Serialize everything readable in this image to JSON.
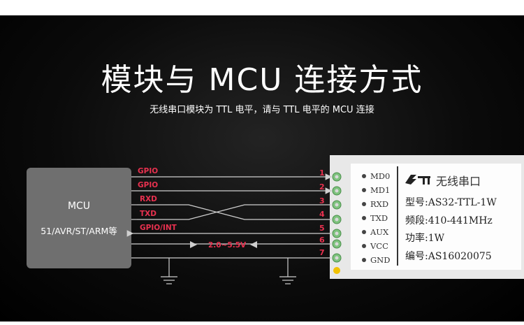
{
  "title": "模块与 MCU 连接方式",
  "subtitle": "无线串口模块为 TTL 电平，请与 TTL 电平的 MCU 连接",
  "mcu": {
    "name": "MCU",
    "sub": "51/AVR/ST/ARM等"
  },
  "wires": [
    {
      "label": "GPIO",
      "num": "1"
    },
    {
      "label": "GPIO",
      "num": "2"
    },
    {
      "label": "RXD",
      "num": "3"
    },
    {
      "label": "TXD",
      "num": "4"
    },
    {
      "label": "GPIO/INT",
      "num": "5"
    },
    {
      "label": "",
      "num": "6"
    },
    {
      "label": "",
      "num": "7"
    }
  ],
  "voltage": "2.0~5.5V",
  "module": {
    "pins": [
      "MD0",
      "MD1",
      "RXD",
      "TXD",
      "AUX",
      "VCC",
      "GND"
    ],
    "brand": "无线串口",
    "model": "型号:AS32-TTL-1W",
    "band": "频段:410-441MHz",
    "power": "功率:1W",
    "serial": "编号:AS16020075"
  },
  "colors": {
    "accent": "#e8314f",
    "line": "#cfcfcf"
  }
}
